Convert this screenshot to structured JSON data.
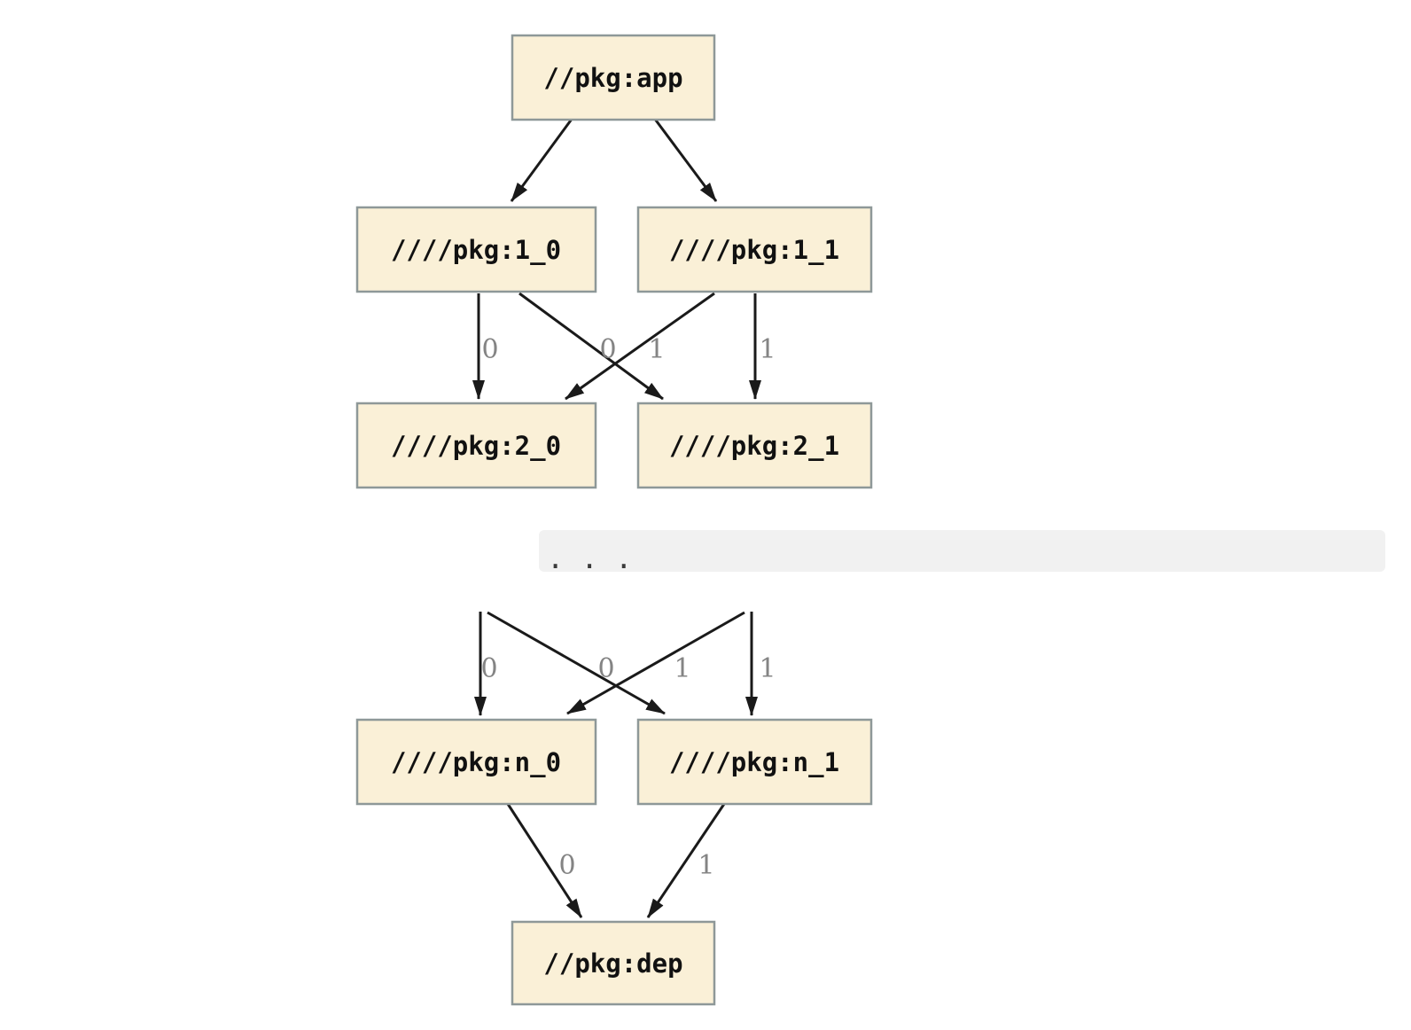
{
  "diagram": {
    "kind": "package-dependency-graph",
    "colors": {
      "background": "#FFFFFF",
      "node_fill": "#FAF0D7",
      "node_border": "#8E9898",
      "edge": "#1A1A1A",
      "edge_label": "#848484",
      "ellipsis_bar_bg": "#F1F1F1",
      "ellipsis_dots": "#3A3A3A"
    },
    "nodes": {
      "app": {
        "label": "//pkg:app"
      },
      "n1_0": {
        "label": "////pkg:1_0"
      },
      "n1_1": {
        "label": "////pkg:1_1"
      },
      "n2_0": {
        "label": "////pkg:2_0"
      },
      "n2_1": {
        "label": "////pkg:2_1"
      },
      "nn_0": {
        "label": "////pkg:n_0"
      },
      "nn_1": {
        "label": "////pkg:n_1"
      },
      "dep": {
        "label": "//pkg:dep"
      }
    },
    "edge_labels": {
      "e1_0_to_2_0": "0",
      "e1_1_to_2_0": "0",
      "e1_0_to_2_1": "1",
      "e1_1_to_2_1": "1",
      "prev_to_n_0_straight": "0",
      "prev_to_n_0_cross": "0",
      "prev_to_n_1_cross": "1",
      "prev_to_n_1_straight": "1",
      "en_0_to_dep": "0",
      "en_1_to_dep": "1"
    },
    "ellipsis": ". . ."
  }
}
